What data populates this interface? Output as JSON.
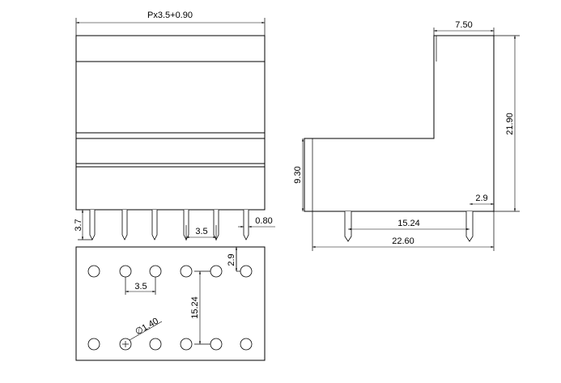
{
  "front_view": {
    "width_label": "Px3.5+0.90",
    "pin_length_label": "3.7",
    "pin_pitch_label": "3.5",
    "pin_width_label": "0.80"
  },
  "side_view": {
    "top_width_label": "7.50",
    "total_height_label": "21.90",
    "body_height_label": "9.30",
    "pin_offset_label": "2.9",
    "row_spacing_label": "15.24",
    "total_length_label": "22.60"
  },
  "pcb_layout": {
    "pitch_label": "3.5",
    "row_spacing_label": "15.24",
    "edge_offset_label": "2.9",
    "hole_diameter_label": "∅1.40"
  }
}
